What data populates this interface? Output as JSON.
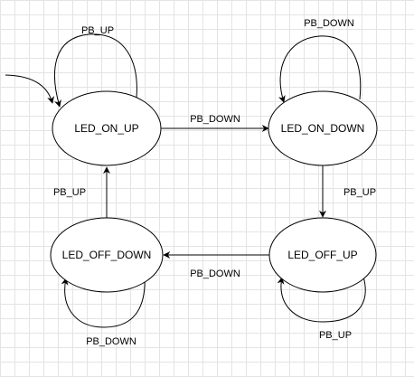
{
  "states": {
    "led_on_up": "LED_ON_UP",
    "led_on_down": "LED_ON_DOWN",
    "led_off_up": "LED_OFF_UP",
    "led_off_down": "LED_OFF_DOWN"
  },
  "edges": {
    "self_on_up": "PB_UP",
    "self_on_down": "PB_DOWN",
    "on_up_to_on_down": "PB_DOWN",
    "on_down_to_off_up": "PB_UP",
    "off_up_to_off_down": "PB_DOWN",
    "off_down_to_on_up": "PB_UP",
    "self_off_up": "PB_UP",
    "self_off_down": "PB_DOWN"
  },
  "colors": {
    "stroke": "#000000",
    "grid": "#e4e4e4"
  }
}
